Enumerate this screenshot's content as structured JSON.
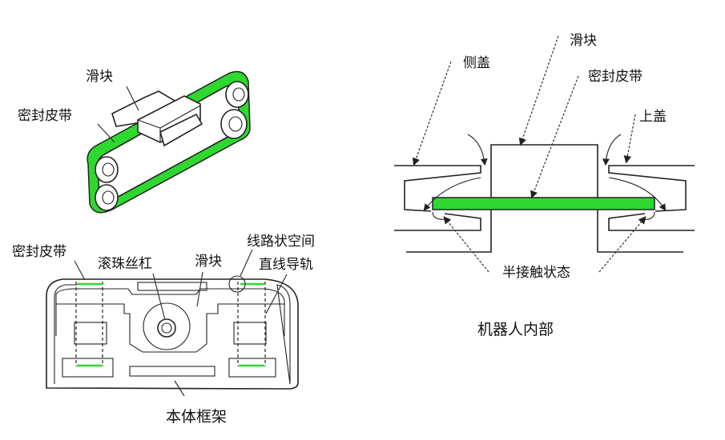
{
  "colors": {
    "belt": "#2fd82f",
    "line": "#222222",
    "background": "#ffffff"
  },
  "figure_a": {
    "labels": {
      "slider": "滑块",
      "seal_belt": "密封皮带"
    }
  },
  "figure_b": {
    "labels": {
      "seal_belt": "密封皮带",
      "ball_screw": "滚珠丝杠",
      "slider": "滑块",
      "labyrinth_space": "线路状空间",
      "linear_guide": "直线导轨"
    },
    "caption": "本体框架"
  },
  "figure_c": {
    "labels": {
      "side_cover": "侧盖",
      "slider": "滑块",
      "seal_belt": "密封皮带",
      "top_cover": "上盖",
      "semi_contact": "半接触状态"
    },
    "caption": "机器人内部"
  }
}
